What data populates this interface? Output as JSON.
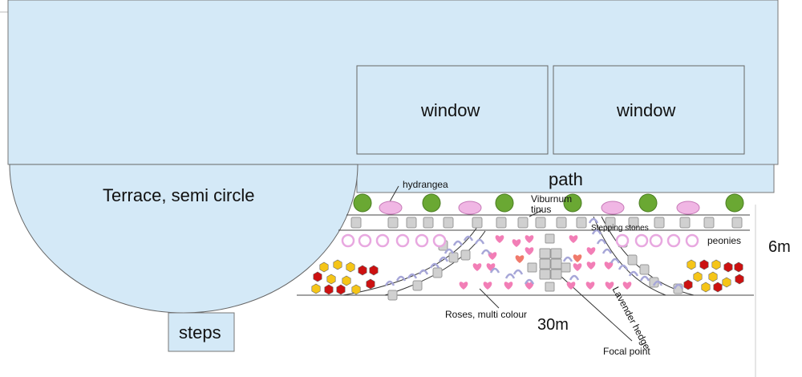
{
  "labels": {
    "window_left": "window",
    "window_right": "window",
    "path": "path",
    "terrace": "Terrace, semi circle",
    "steps": "steps",
    "hydrangea": "hydrangea",
    "viburnum": "Viburnum\ntinus",
    "stepping_stones": "Stepping  stones",
    "peonies": "peonies",
    "lavender_hedge": "Lavender hedge",
    "roses": "Roses, multi colour",
    "focal_point": "Focal point",
    "width_dim": "30m",
    "depth_dim": "6m"
  },
  "colors": {
    "house_fill": "#d4e9f7",
    "outline": "#555555",
    "viburnum_green": "#6aa833",
    "hydrangea_pink": "#f0b6e4",
    "stone_grey": "#d0d0d0",
    "peony_pink": "#e8a8e0",
    "rose_pink": "#f27eb6",
    "rose_coral": "#f07a6c",
    "lavender": "#a7a7d8",
    "hex_yellow": "#f5c518",
    "hex_red": "#cc1111"
  }
}
